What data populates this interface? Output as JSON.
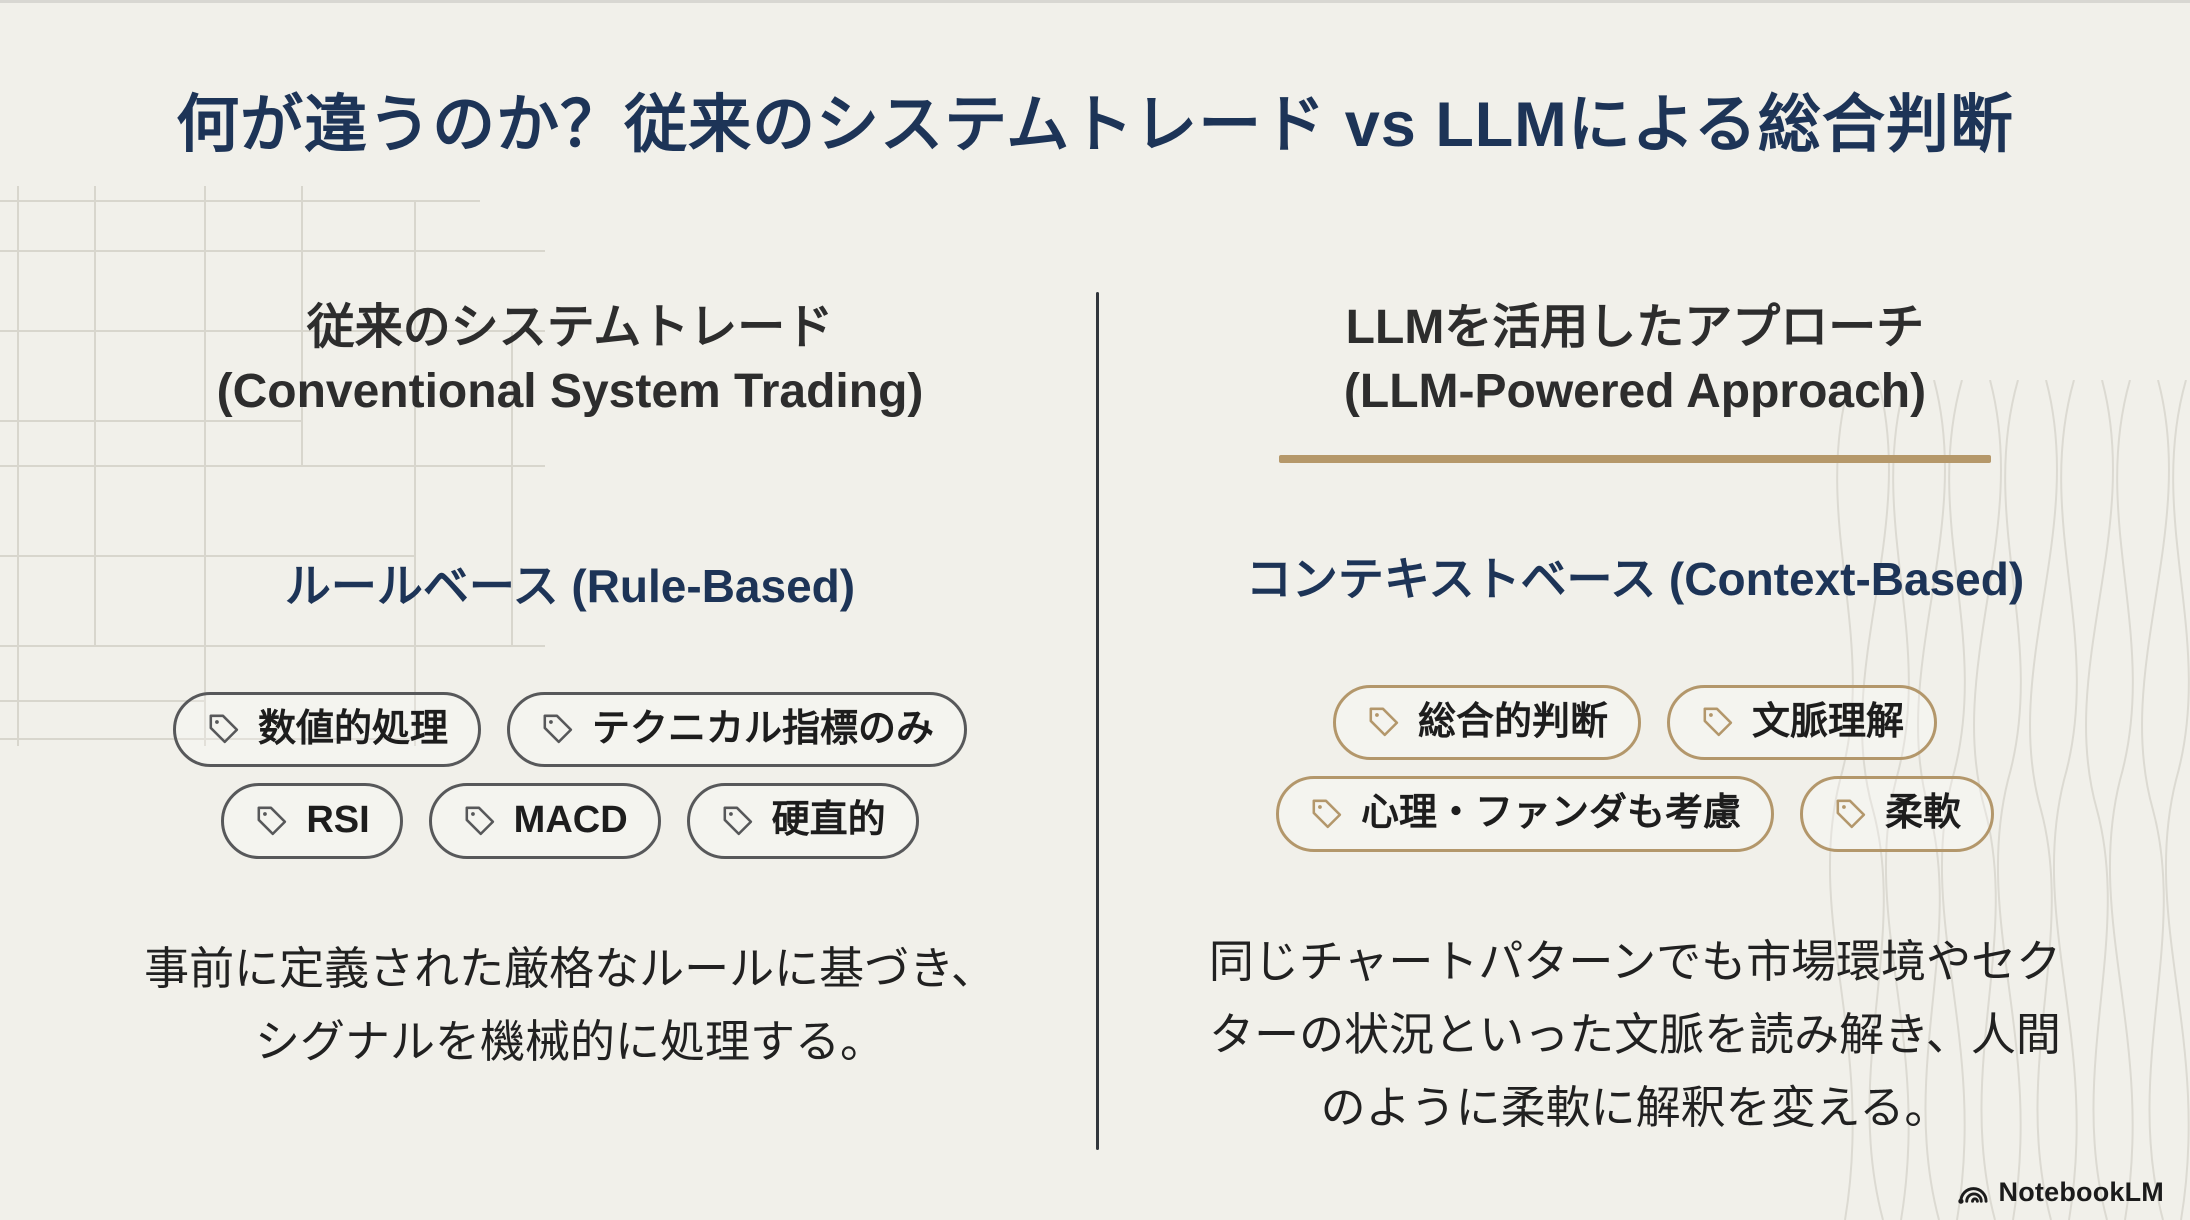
{
  "title": "何が違うのか？従来のシステムトレード vs LLMによる総合判断",
  "columns": {
    "left": {
      "heading_ja": "従来のシステムトレード",
      "heading_en": "(Conventional System Trading)",
      "subheading": "ルールベース (Rule-Based)",
      "tag_rows": [
        [
          "数値的処理",
          "テクニカル指標のみ"
        ],
        [
          "RSI",
          "MACD",
          "硬直的"
        ]
      ],
      "description": "事前に定義された厳格なルールに基づき、\nシグナルを機械的に処理する。"
    },
    "right": {
      "heading_ja": "LLMを活用したアプローチ",
      "heading_en": "(LLM-Powered Approach)",
      "subheading": "コンテキストベース (Context-Based)",
      "tag_rows": [
        [
          "総合的判断",
          "文脈理解"
        ],
        [
          "心理・ファンダも考慮",
          "柔軟"
        ]
      ],
      "description": "同じチャートパターンでも市場環境やセク\nターの状況といった文脈を読み解き、人間\nのように柔軟に解釈を変える。"
    }
  },
  "footer": {
    "brand": "NotebookLM"
  },
  "icons": {
    "tag": "tag-icon",
    "brand": "notebooklm-wave-icon"
  },
  "colors": {
    "background": "#f1f0ea",
    "title_navy": "#1d3457",
    "heading_dark": "#2d2d2d",
    "accent_gold": "#b5986a",
    "tag_border_gray": "#57585a",
    "text_dark": "#212121",
    "divider_dark": "#31363c"
  }
}
